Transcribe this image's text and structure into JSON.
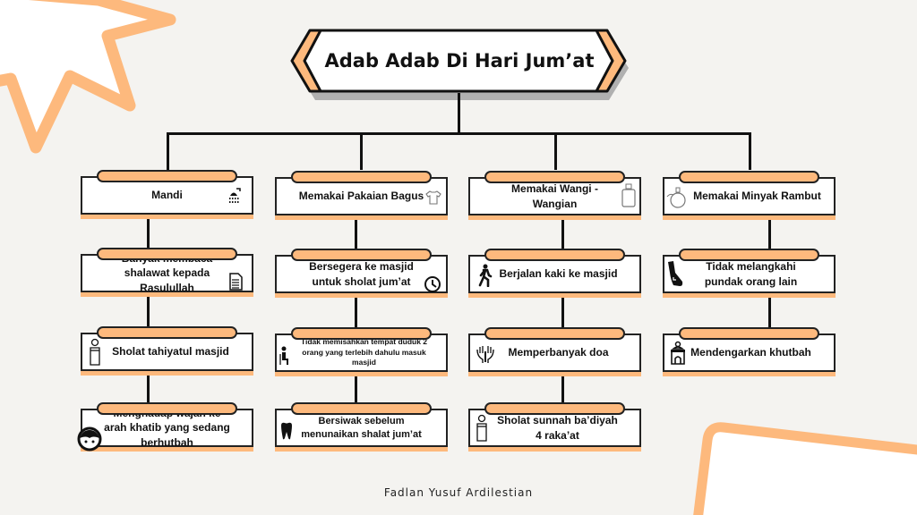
{
  "title": "Adab Adab Di Hari Jum’at",
  "colors": {
    "accent": "#fdb97d",
    "background": "#f4f3f0",
    "stroke": "#111111",
    "shadow": "#b0b0b0"
  },
  "columns": [
    {
      "nodes": [
        {
          "text": "Mandi",
          "icon": "shower-icon"
        },
        {
          "text": "Banyak membaca shalawat kepada Rasulullah",
          "icon": "document-icon"
        },
        {
          "text": "Sholat tahiyatul masjid",
          "icon": "praying-man-icon"
        },
        {
          "text": "Menghadap wajah ke arah khatib yang sedang berhutbah",
          "icon": "face-icon"
        }
      ]
    },
    {
      "nodes": [
        {
          "text": "Memakai Pakaian Bagus",
          "icon": "shirt-icon"
        },
        {
          "text": "Bersegera ke masjid untuk sholat jum’at",
          "icon": "clock-icon"
        },
        {
          "text": "Tidak memisahkan tempat duduk 2 orang yang terlebih dahulu masuk masjid",
          "icon": "seated-person-icon"
        },
        {
          "text": "Bersiwak sebelum menunaikan shalat jum’at",
          "icon": "tooth-icon"
        }
      ]
    },
    {
      "nodes": [
        {
          "text": "Memakai Wangi - Wangian",
          "icon": "perfume-bottle-icon"
        },
        {
          "text": "Berjalan kaki ke masjid",
          "icon": "walking-person-icon"
        },
        {
          "text": "Memperbanyak doa",
          "icon": "praying-hands-icon"
        },
        {
          "text": "Sholat sunnah ba’diyah 4 raka’at",
          "icon": "praying-man-icon"
        }
      ]
    },
    {
      "nodes": [
        {
          "text": "Memakai Minyak Rambut",
          "icon": "oil-bottle-icon"
        },
        {
          "text": "Tidak melangkahi pundak orang lain",
          "icon": "foot-icon"
        },
        {
          "text": "Mendengarkan khutbah",
          "icon": "mosque-pulpit-icon"
        }
      ]
    }
  ],
  "footer": "Fadlan Yusuf Ardilestian"
}
